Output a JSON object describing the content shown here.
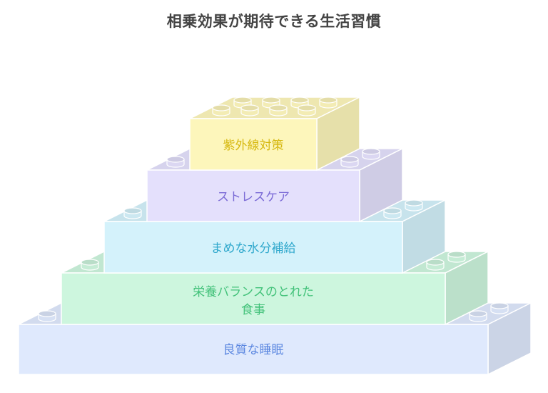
{
  "title": "相乗効果が期待できる生活習慣",
  "layers": [
    {
      "label_lines": [
        "紫外線対策"
      ],
      "color": "#fdf6bb",
      "text_color": "#d6b80f"
    },
    {
      "label_lines": [
        "ストレスケア"
      ],
      "color": "#e4e0fc",
      "text_color": "#7b6bd6"
    },
    {
      "label_lines": [
        "まめな水分補給"
      ],
      "color": "#d4f2fb",
      "text_color": "#2fa8cc"
    },
    {
      "label_lines": [
        "栄養バランスのとれた",
        "食事"
      ],
      "color": "#cdf6de",
      "text_color": "#43c27a"
    },
    {
      "label_lines": [
        "良質な睡眠"
      ],
      "color": "#dfe9fd",
      "text_color": "#5a86e0"
    }
  ]
}
